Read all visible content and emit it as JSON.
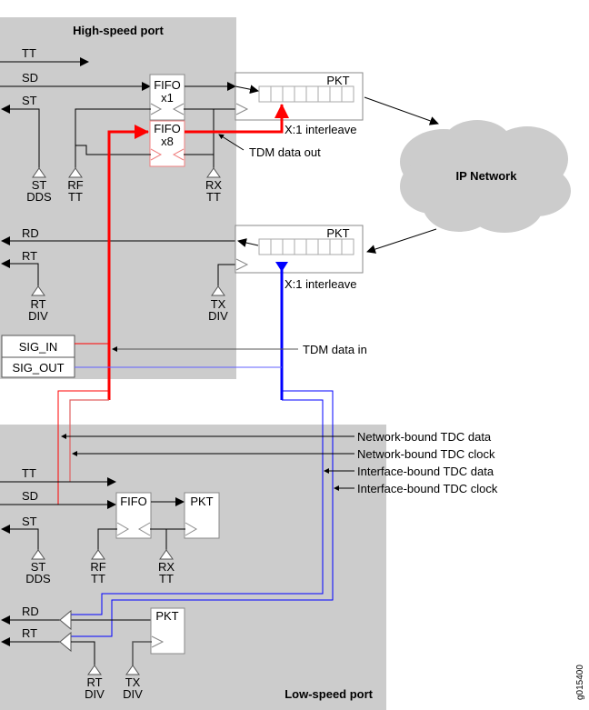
{
  "high_speed_port": {
    "title": "High-speed port",
    "signals": {
      "tt": "TT",
      "sd": "SD",
      "st": "ST",
      "rd": "RD",
      "rt": "RT"
    },
    "fifo_x1": {
      "line1": "FIFO",
      "line2": "x1"
    },
    "fifo_x8": {
      "line1": "FIFO",
      "line2": "x8"
    },
    "clocks": {
      "st_dds": {
        "line1": "ST",
        "line2": "DDS"
      },
      "rf_tt": {
        "line1": "RF",
        "line2": "TT"
      },
      "rx_tt": {
        "line1": "RX",
        "line2": "TT"
      },
      "rt_div": {
        "line1": "RT",
        "line2": "DIV"
      },
      "tx_div": {
        "line1": "TX",
        "line2": "DIV"
      }
    },
    "sig_in": "SIG_IN",
    "sig_out": "SIG_OUT"
  },
  "packetizers": {
    "out_label": "PKT",
    "in_label": "PKT",
    "interleave_out": "X:1 interleave",
    "interleave_in": "X:1 interleave",
    "slots": 8
  },
  "annotations": {
    "tdm_data_out": "TDM data out",
    "tdm_data_in": "TDM data in",
    "network_bound_data": "Network-bound TDC data",
    "network_bound_clock": "Network-bound TDC clock",
    "interface_bound_data": "Interface-bound TDC data",
    "interface_bound_clock": "Interface-bound TDC clock"
  },
  "network": {
    "label": "IP Network"
  },
  "low_speed_port": {
    "title": "Low-speed port",
    "signals": {
      "tt": "TT",
      "sd": "SD",
      "st": "ST",
      "rd": "RD",
      "rt": "RT"
    },
    "fifo": "FIFO",
    "pkt_tx": "PKT",
    "pkt_rx": "PKT",
    "clocks": {
      "st_dds": {
        "line1": "ST",
        "line2": "DDS"
      },
      "rf_tt": {
        "line1": "RF",
        "line2": "TT"
      },
      "rx_tt": {
        "line1": "RX",
        "line2": "TT"
      },
      "rt_div": {
        "line1": "RT",
        "line2": "DIV"
      },
      "tx_div": {
        "line1": "TX",
        "line2": "DIV"
      }
    }
  },
  "figure_id": "g015400",
  "colors": {
    "panel": "#cccccc",
    "network_bound": "#ff0000",
    "interface_bound": "#0000ff"
  }
}
